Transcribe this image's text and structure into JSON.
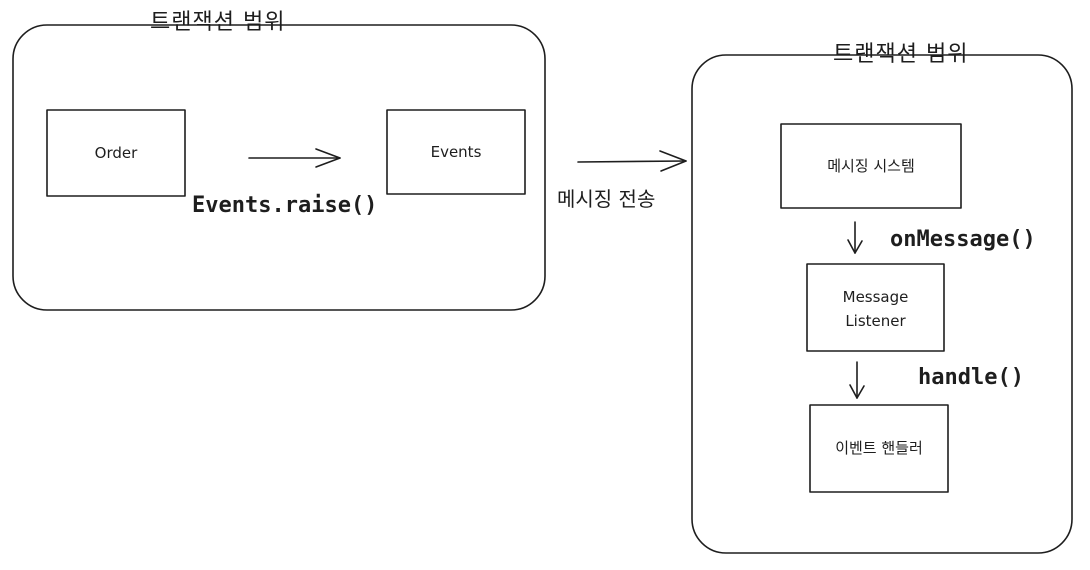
{
  "scopes": {
    "left_label": "트랜잭션 범위",
    "right_label": "트랜잭션 범위"
  },
  "nodes": {
    "order": "Order",
    "events": "Events",
    "messaging_system": "메시징 시스템",
    "message_listener_line1": "Message",
    "message_listener_line2": "Listener",
    "event_handler": "이벤트 핸들러"
  },
  "edges": {
    "events_raise": "Events.raise()",
    "messaging_send": "메시징 전송",
    "on_message": "onMessage()",
    "handle": "handle()"
  },
  "colors": {
    "stroke": "#1e1e1e",
    "background": "#ffffff"
  }
}
